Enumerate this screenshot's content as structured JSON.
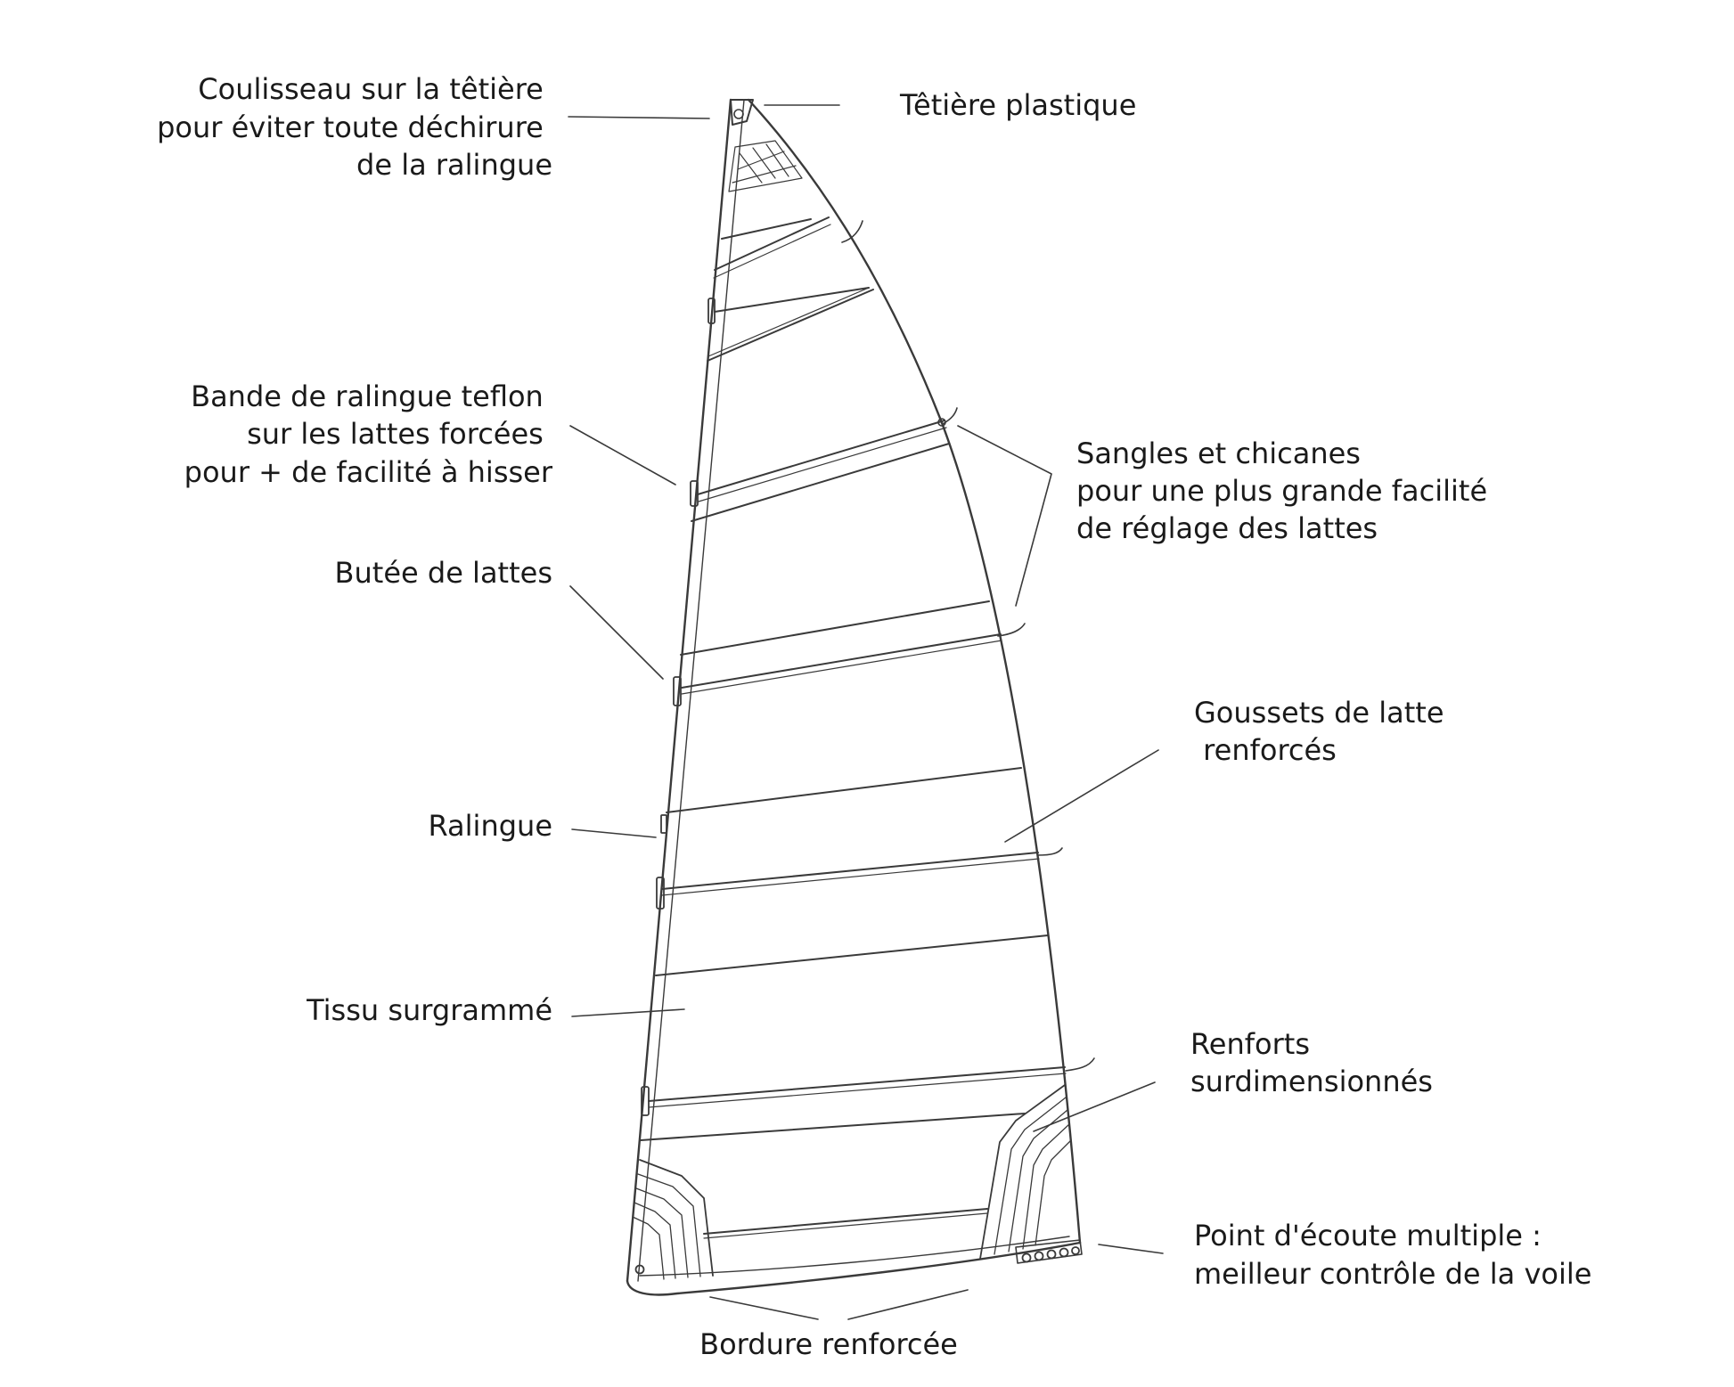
{
  "labels": {
    "coulisseau": [
      "Coulisseau sur la têtière",
      "pour éviter toute déchirure",
      "de la ralingue"
    ],
    "tetiere": [
      "Têtière plastique"
    ],
    "bande": [
      "Bande de ralingue teflon",
      "sur les lattes forcées",
      "pour + de facilité à hisser"
    ],
    "sangles": [
      "Sangles et chicanes",
      "pour une plus grande facilité",
      "de réglage des lattes"
    ],
    "butee": [
      "Butée de lattes"
    ],
    "goussets": [
      "Goussets de latte",
      " renforcés"
    ],
    "ralingue": [
      "Ralingue"
    ],
    "tissu": [
      "Tissu surgrammé"
    ],
    "renforts": [
      "Renforts",
      "surdimensionnés"
    ],
    "point": [
      "Point d'écoute multiple :",
      "meilleur contrôle de la voile"
    ],
    "bordure": [
      "Bordure renforcée"
    ]
  },
  "colors": {
    "line": "#3a3a3a",
    "text": "#1a1a1a",
    "background": "#ffffff"
  }
}
